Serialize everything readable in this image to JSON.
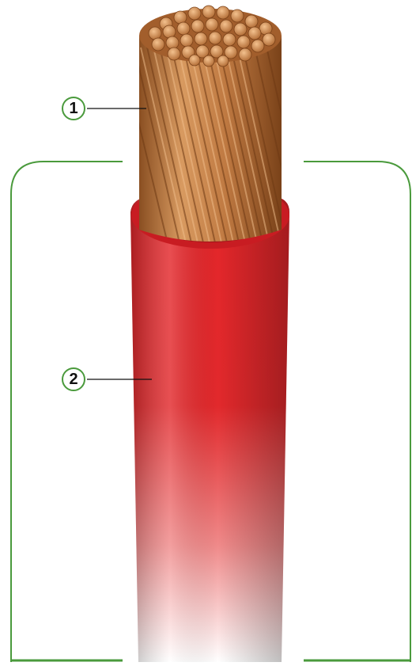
{
  "callouts": [
    {
      "number": "1",
      "part": "copper-conductor"
    },
    {
      "number": "2",
      "part": "insulation-sheath"
    }
  ],
  "colors": {
    "frame": "#4a9a3c",
    "insulation": "#e0262a",
    "copper": "#c98552"
  }
}
